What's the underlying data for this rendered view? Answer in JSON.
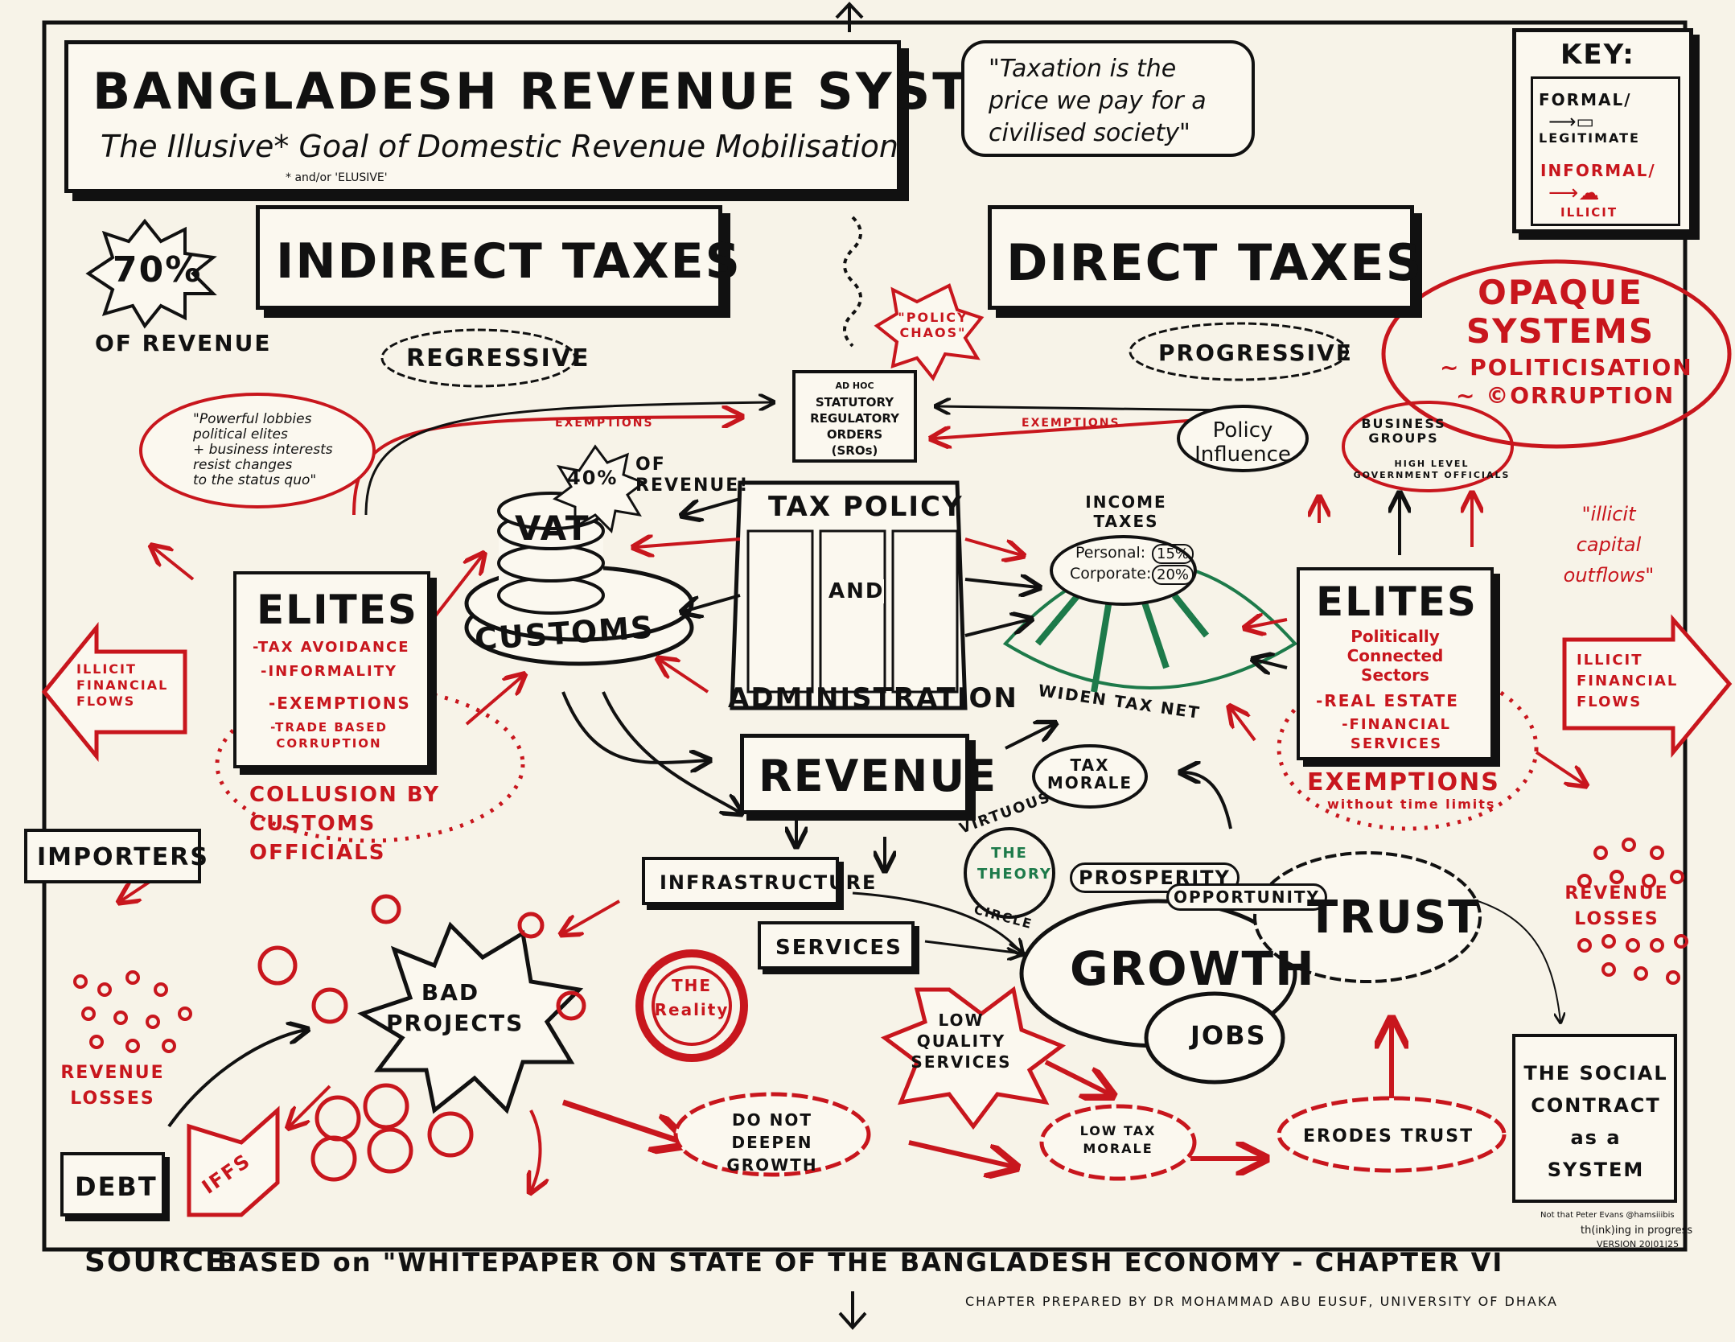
{
  "title": {
    "main": "BANGLADESH REVENUE SYSTEM",
    "subtitle": "The Illusive* Goal of Domestic Revenue Mobilisation",
    "footnote": "* and/or 'ELUSIVE'"
  },
  "quote": "\"Taxation is the price we pay for a civilised society\"",
  "key": {
    "title": "KEY:",
    "formal_label": "FORMAL/",
    "formal_label2": "LEGITIMATE",
    "informal_label": "INFORMAL/",
    "informal_label2": "ILLICIT"
  },
  "indirect": {
    "header": "INDIRECT TAXES",
    "pct": "70%",
    "pct_label": "OF REVENUE",
    "regressive": "REGRESSIVE"
  },
  "direct": {
    "header": "DIRECT TAXES",
    "progressive": "PROGRESSIVE"
  },
  "opaque": {
    "title": "OPAQUE SYSTEMS",
    "line1": "~ POLITICISATION",
    "line2": "~ ©ORRUPTION"
  },
  "policy_chaos": "\"POLICY CHAOS\"",
  "sros": [
    "AD HOC",
    "STATUTORY",
    "REGULATORY",
    "ORDERS",
    "(SROs)"
  ],
  "exemptions_left": "EXEMPTIONS",
  "exemptions_right": "EXEMPTIONS",
  "lobbies": [
    "\"Powerful lobbies",
    "political elites",
    "+ business interests",
    "resist changes",
    "to the status quo\""
  ],
  "vat": {
    "label": "VAT",
    "customs": "CUSTOMS",
    "pct": "40%",
    "pct_label": "OF REVENUE!"
  },
  "tax_policy": {
    "top": "TAX POLICY",
    "and": "AND",
    "bottom": "ADMINISTRATION"
  },
  "income_taxes": {
    "title": "INCOME TAXES",
    "personal": "Personal:",
    "personal_pct": "15%",
    "corporate": "Corporate:",
    "corporate_pct": "20%",
    "widen": "WIDEN TAX NET"
  },
  "elites_left": {
    "title": "ELITES",
    "items": [
      "-TAX AVOIDANCE",
      "-INFORMALITY",
      "-EXEMPTIONS",
      "-TRADE BASED CORRUPTION"
    ],
    "collusion": "COLLUSION BY CUSTOMS OFFICIALS"
  },
  "elites_right": {
    "title": "ELITES",
    "sub": [
      "Politically",
      "Connected",
      "Sectors"
    ],
    "items": [
      "-REAL ESTATE",
      "-FINANCIAL SERVICES"
    ],
    "exemptions": "EXEMPTIONS",
    "exemptions_sub": "without time limits"
  },
  "policy_influence": "Policy Influence",
  "business_groups": "BUSINESS GROUPS",
  "high_level": "HIGH LEVEL GOVERNMENT OFFICIALS",
  "illicit_capital": "\"illicit capital outflows\"",
  "iff_left": "ILLICIT FINANCIAL FLOWS",
  "iff_right": "ILLICIT FINANCIAL FLOWS",
  "importers": "IMPORTERS",
  "revenue": "REVENUE",
  "tax_morale": "TAX MORALE",
  "virtuous_circle": {
    "top": "VIRTUOUS",
    "middle": "THE THEORY",
    "bottom": "CIRCLE"
  },
  "prosperity": "PROSPERITY",
  "opportunity": "OPPORTUNITY",
  "trust": "TRUST",
  "growth": "GROWTH",
  "jobs": "JOBS",
  "infrastructure": "INFRASTRUCTURE",
  "services": "SERVICES",
  "bad_projects": "BAD PROJECTS",
  "the_reality": "THE Reality",
  "low_quality": "LOW QUALITY SERVICES",
  "do_not_deepen": "DO NOT DEEPEN GROWTH",
  "low_tax_morale": "LOW TAX MORALE",
  "erodes_trust": "ERODES TRUST",
  "social_contract": "THE SOCIAL CONTRACT as a SYSTEM",
  "revenue_losses_left": "REVENUE LOSSES",
  "revenue_losses_right": "REVENUE LOSSES",
  "debt": "DEBT",
  "iffs": "IFFS",
  "source": {
    "label": "SOURCE:",
    "text": "BASED on \"WHITEPAPER ON STATE OF THE BANGLADESH ECONOMY - CHAPTER VI",
    "credit": "CHAPTER PREPARED BY DR MOHAMMAD ABU EUSUF, UNIVERSITY OF DHAKA"
  },
  "signature": {
    "line1": "Not that Peter Evans @hamsiiibis",
    "line2": "th(ink)ing in progress",
    "line3": "VERSION 20|01|25"
  },
  "colors": {
    "ink": "#111111",
    "red": "#c8161d",
    "green": "#1d7a4a",
    "paper": "#f7f3e8"
  }
}
